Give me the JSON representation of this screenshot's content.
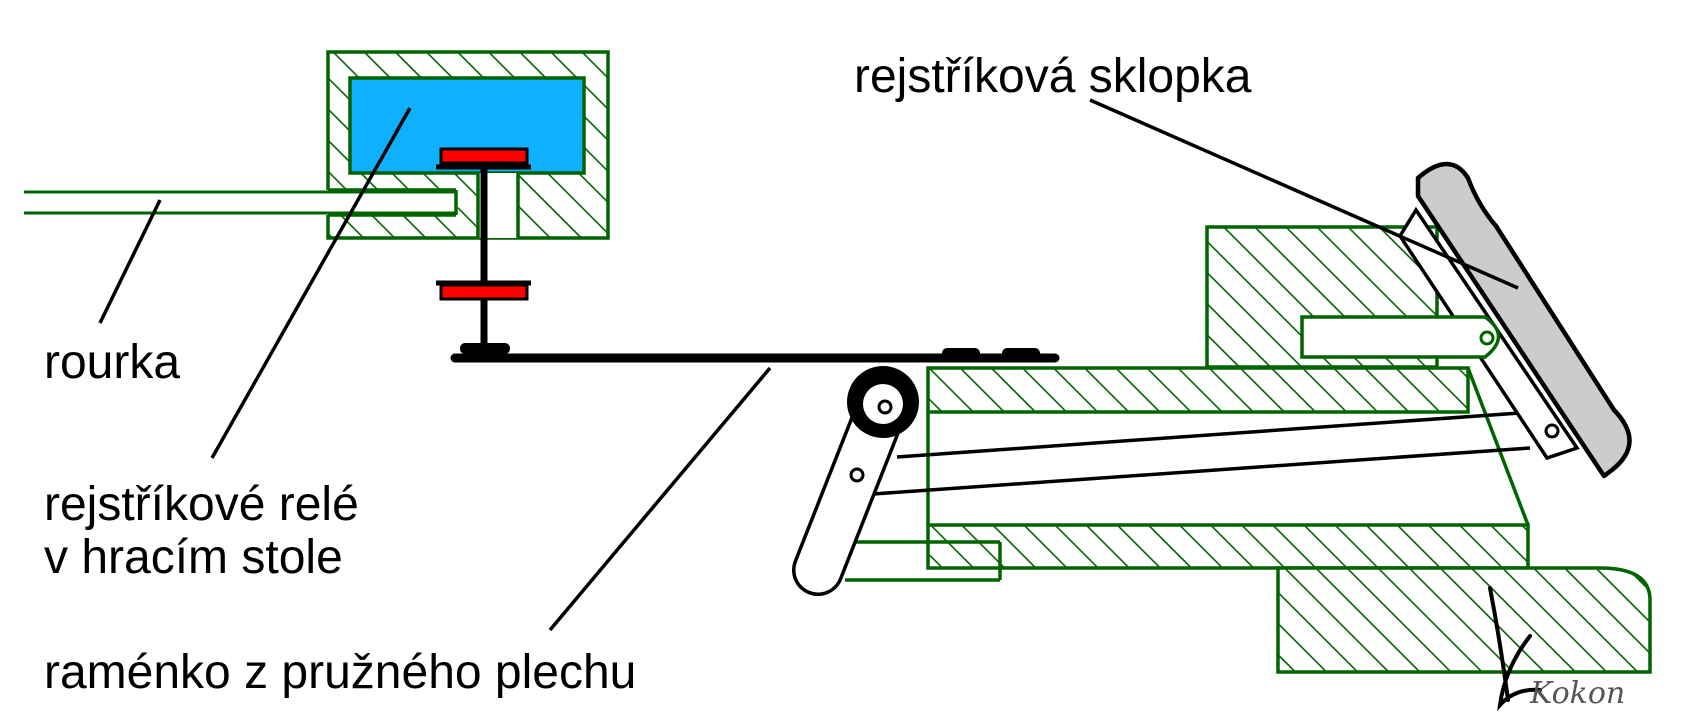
{
  "labels": {
    "register_flap": "rejstříková sklopka",
    "tube": "rourka",
    "relay_line1": "rejstříkové relé",
    "relay_line2": "v hracím stole",
    "spring_arm": "raménko z pružného plechu"
  },
  "signature": "Kokon",
  "colors": {
    "hatch": "#006400",
    "relay_chamber": "#0eb0ff",
    "membrane": "#ff0000",
    "flap": "#cccccc",
    "line": "#000000",
    "background": "#ffffff"
  }
}
